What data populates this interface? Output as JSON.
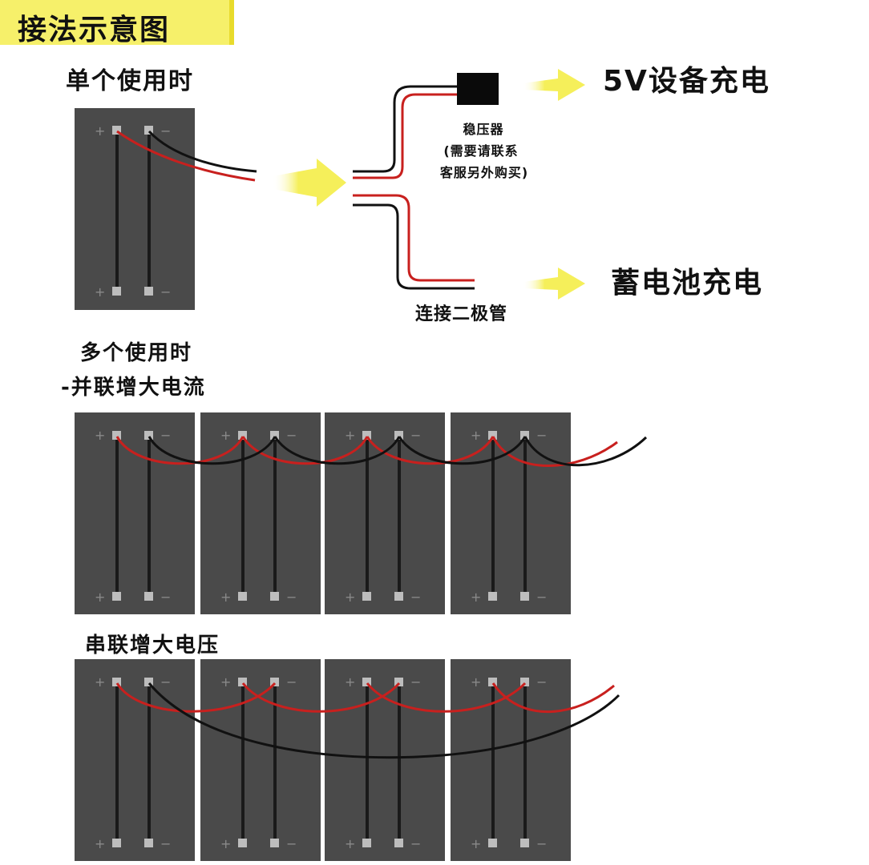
{
  "title": "接法示意图",
  "single": {
    "heading": "单个使用时",
    "regulator_label": "稳压器",
    "regulator_note_1": "(需要请联系",
    "regulator_note_2": "客服另外购买)",
    "output_5v": "5V设备充电",
    "output_battery": "蓄电池充电",
    "diode_label": "连接二极管"
  },
  "parallel": {
    "heading_1": "多个使用时",
    "heading_2": "-并联增大电流"
  },
  "series": {
    "heading": "串联增大电压"
  },
  "terminal_plus": "+",
  "terminal_minus": "−",
  "colors": {
    "panel": "#4a4a4a",
    "red_wire": "#c8201e",
    "black_wire": "#111111",
    "arrow": "#f5ef5a",
    "title_bg": "#f6f06a"
  }
}
